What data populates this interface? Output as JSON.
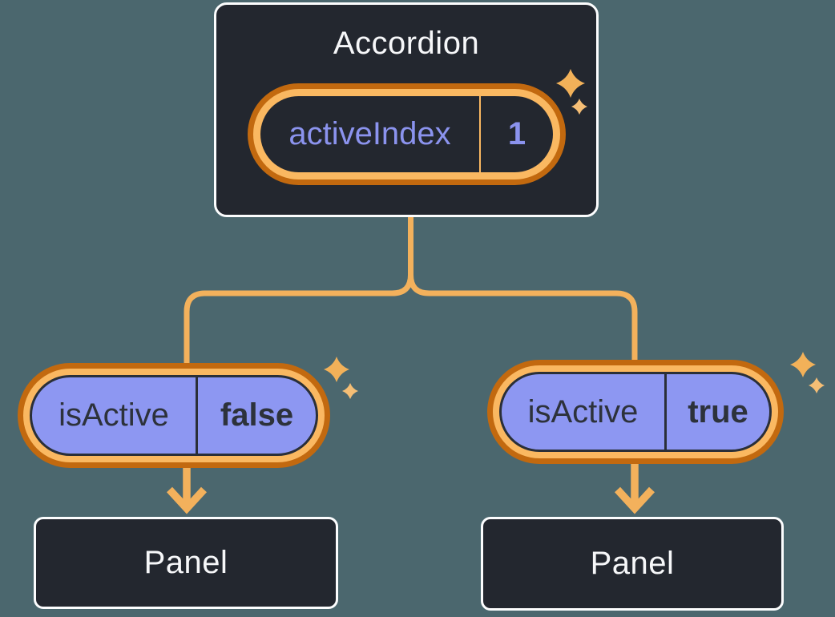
{
  "diagram": {
    "root": {
      "title": "Accordion",
      "state": {
        "name": "activeIndex",
        "value": "1"
      }
    },
    "children": [
      {
        "state": {
          "name": "isActive",
          "value": "false"
        },
        "panel": {
          "title": "Panel"
        }
      },
      {
        "state": {
          "name": "isActive",
          "value": "true"
        },
        "panel": {
          "title": "Panel"
        }
      }
    ]
  },
  "colors": {
    "background": "#4B676E",
    "node_fill": "#23272F",
    "node_border": "#FCFDFE",
    "highlight_ring_outer": "#C2690F",
    "highlight_ring_inner": "#FAB861",
    "connector": "#F3B15C",
    "purple_fill": "#8D97F2",
    "purple_text": "#8B93EE",
    "dark_text": "#2D323B",
    "sparkle_large": "#F2B159",
    "sparkle_small": "#F5BE75"
  }
}
